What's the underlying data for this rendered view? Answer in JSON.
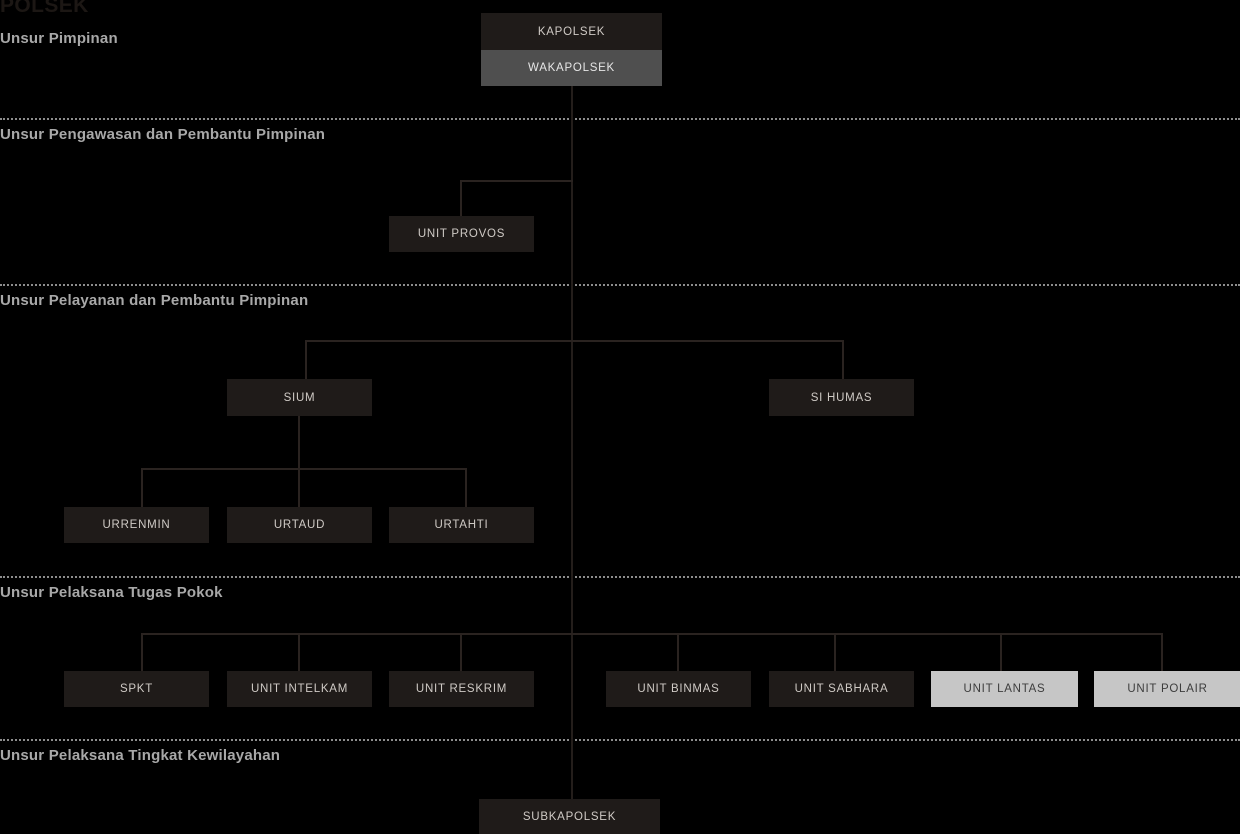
{
  "chart_title": "POLSEK",
  "sections": [
    {
      "id": "pimpinan",
      "label": "Unsur Pimpinan"
    },
    {
      "id": "pengawasan",
      "label": "Unsur Pengawasan dan Pembantu Pimpinan"
    },
    {
      "id": "pelayanan",
      "label": "Unsur Pelayanan dan Pembantu Pimpinan"
    },
    {
      "id": "pelaksana",
      "label": "Unsur Pelaksana Tugas Pokok"
    },
    {
      "id": "kewilayahan",
      "label": "Unsur Pelaksana Tingkat Kewilayahan"
    }
  ],
  "nodes": {
    "kapolsek": {
      "label": "KAPOLSEK",
      "style": "dark"
    },
    "wakapolsek": {
      "label": "WAKAPOLSEK",
      "style": "gray"
    },
    "unit_provos": {
      "label": "UNIT PROVOS",
      "style": "dark"
    },
    "sium": {
      "label": "SIUM",
      "style": "dark"
    },
    "si_humas": {
      "label": "SI HUMAS",
      "style": "dark"
    },
    "urrenmin": {
      "label": "URRENMIN",
      "style": "dark"
    },
    "urtaud": {
      "label": "URTAUD",
      "style": "dark"
    },
    "urtahti": {
      "label": "URTAHTI",
      "style": "dark"
    },
    "spkt": {
      "label": "SPKT",
      "style": "dark"
    },
    "unit_intelkam": {
      "label": "UNIT INTELKAM",
      "style": "dark"
    },
    "unit_reskrim": {
      "label": "UNIT RESKRIM",
      "style": "dark"
    },
    "unit_binmas": {
      "label": "UNIT BINMAS",
      "style": "dark"
    },
    "unit_sabhara": {
      "label": "UNIT SABHARA",
      "style": "dark"
    },
    "unit_lantas": {
      "label": "UNIT LANTAS",
      "style": "light"
    },
    "unit_polair": {
      "label": "UNIT POLAIR",
      "style": "light"
    },
    "subkapolsek": {
      "label": "SUBKAPOLSEK",
      "style": "dark"
    }
  },
  "colors": {
    "background": "#000000",
    "node_dark": "#1f1b19",
    "node_gray": "#4f4f4f",
    "node_light": "#c6c6c6",
    "connector": "#2a2320",
    "section_label": "#a8a8a8",
    "divider": "#8d8d8d",
    "title": "#1c1714"
  }
}
